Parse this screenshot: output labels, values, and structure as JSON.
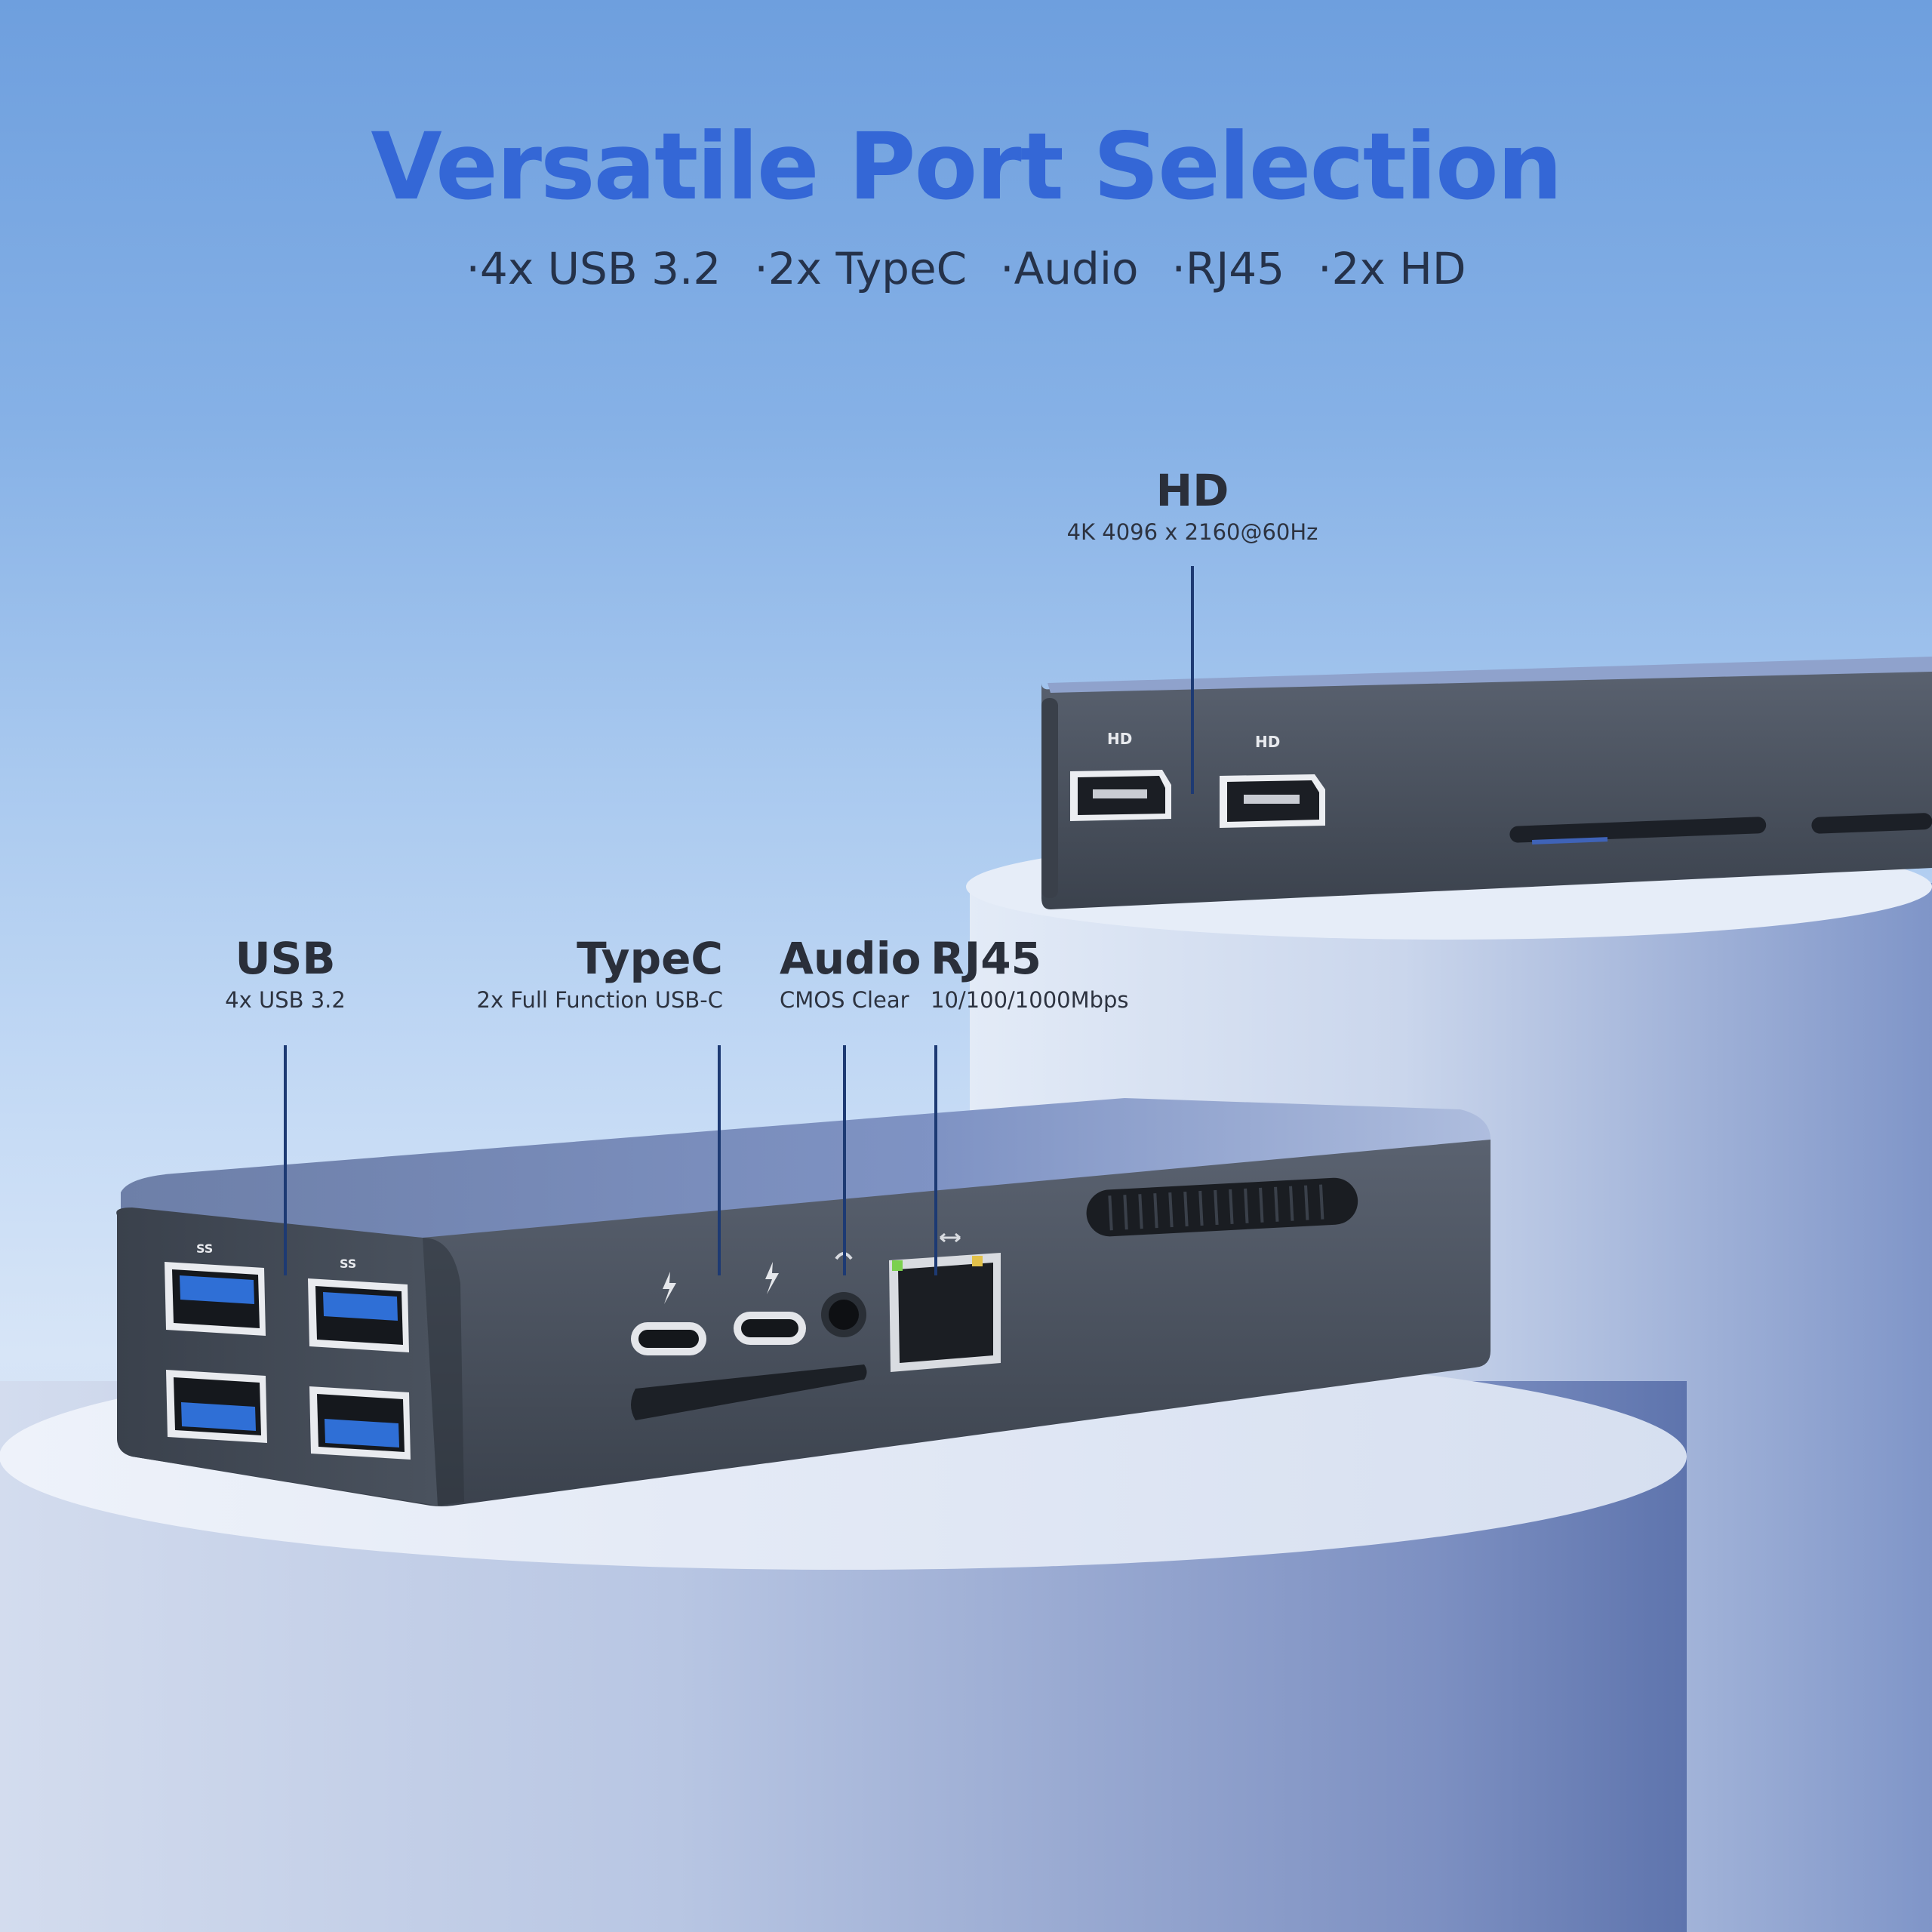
{
  "headline": "Versatile Port Selection",
  "features": [
    "·4x USB 3.2",
    "·2x TypeC",
    "·Audio",
    "·RJ45",
    "·2x HD"
  ],
  "callouts": {
    "hd": {
      "title": "HD",
      "subtitle": "4K  4096 x 2160@60Hz"
    },
    "usb": {
      "title": "USB",
      "subtitle": "4x USB 3.2"
    },
    "typec": {
      "title": "TypeC",
      "subtitle": "2x Full Function USB-C"
    },
    "audio": {
      "title": "Audio",
      "subtitle": "CMOS Clear"
    },
    "rj45": {
      "title": "RJ45",
      "subtitle": "10/100/1000Mbps"
    }
  },
  "port_labels": {
    "hd_port": "HD",
    "usb_logo": "SS"
  },
  "colors": {
    "headline": "#3467d6",
    "leader_line": "#1d3a73",
    "device_body": "#4d5562",
    "usb_blue": "#2f6fd6"
  },
  "icons": [
    "usb-ss-icon",
    "thunderbolt-icon",
    "headphone-icon",
    "ethernet-icon"
  ]
}
